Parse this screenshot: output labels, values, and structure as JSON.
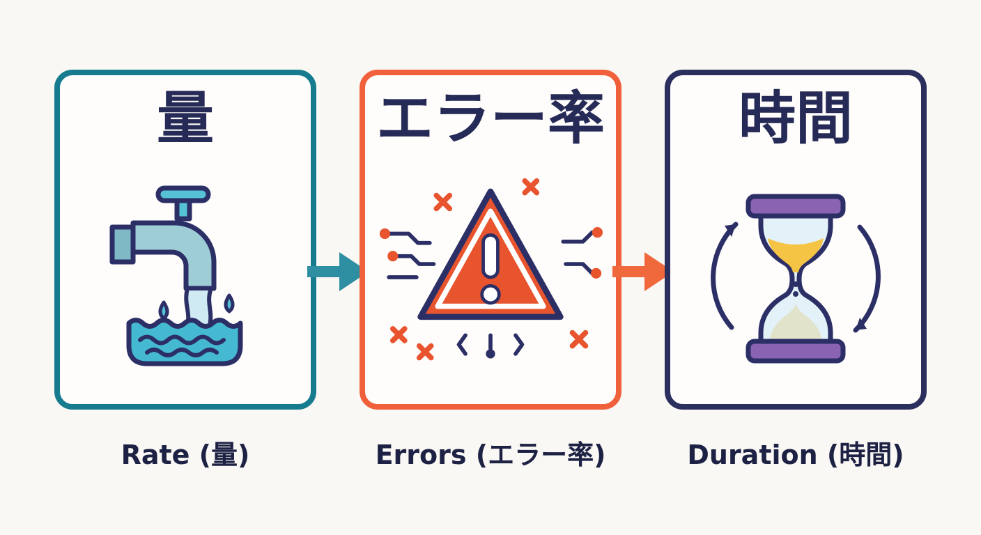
{
  "diagram_title": "Rate / Errors / Duration metrics diagram",
  "panels": [
    {
      "id": "rate",
      "title": "量",
      "caption": "Rate (量)",
      "border_color": "#177b8f",
      "icon": "faucet-icon"
    },
    {
      "id": "errors",
      "title": "エラー率",
      "caption": "Errors (エラー率)",
      "border_color": "#f0603a",
      "icon": "warning-triangle-icon"
    },
    {
      "id": "duration",
      "title": "時間",
      "caption": "Duration (時間)",
      "border_color": "#2b2f5e",
      "icon": "hourglass-icon"
    }
  ],
  "arrows": [
    {
      "id": "arrow-1",
      "color": "#2e8fa3"
    },
    {
      "id": "arrow-2",
      "color": "#f0693c"
    }
  ],
  "colors": {
    "background": "#faf8f4",
    "panel_background": "#fefdfb",
    "title_text": "#262a56",
    "caption_text": "#1d2144",
    "outline_navy": "#2b2f66",
    "teal": "#177b8f",
    "orange": "#f0603a",
    "navy": "#2b2f5e",
    "purple": "#8a63b3",
    "sand_yellow": "#f6c445",
    "water_blue": "#45b9d1",
    "glass_blue": "#d9edf8",
    "stream_blue": "#cfeaf3",
    "faucet_teal": "#9fcdd6",
    "handle_teal": "#56c2d6",
    "warning_red": "#e8542e"
  }
}
